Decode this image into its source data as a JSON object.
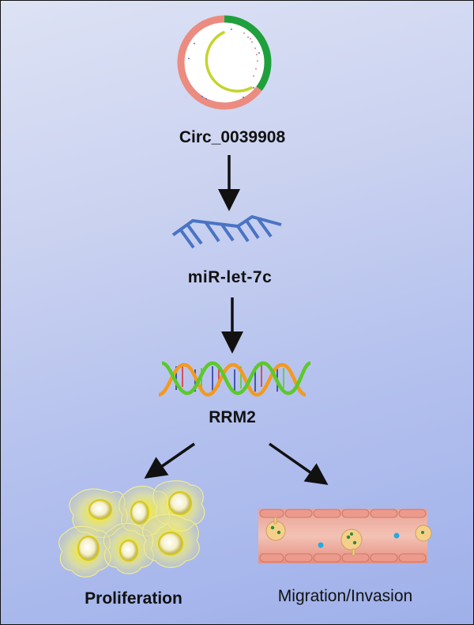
{
  "diagram": {
    "nodes": {
      "circrna": {
        "label": "Circ_0039908",
        "icon": "circrna-circos-icon"
      },
      "mirna": {
        "label": "miR-let-7c",
        "icon": "mirna-strand-icon"
      },
      "gene": {
        "label": "RRM2",
        "icon": "dna-helix-icon"
      },
      "proliferation": {
        "label": "Proliferation",
        "icon": "cells-icon"
      },
      "migration": {
        "label": "Migration/Invasion",
        "icon": "blood-vessel-icon"
      }
    },
    "edges": [
      {
        "from": "Circ_0039908",
        "to": "miR-let-7c"
      },
      {
        "from": "miR-let-7c",
        "to": "RRM2"
      },
      {
        "from": "RRM2",
        "to": "Proliferation"
      },
      {
        "from": "RRM2",
        "to": "Migration/Invasion"
      }
    ],
    "colors": {
      "circ_outer_red": "#ec8b80",
      "circ_outer_green": "#1fa03c",
      "circ_inner": "#c3d52a",
      "mirna": "#4a74c4",
      "dna_orange": "#f39a1e",
      "dna_green": "#5cc92a",
      "cell_yellow": "#f2ea3a",
      "vessel": "#e7857a"
    }
  }
}
